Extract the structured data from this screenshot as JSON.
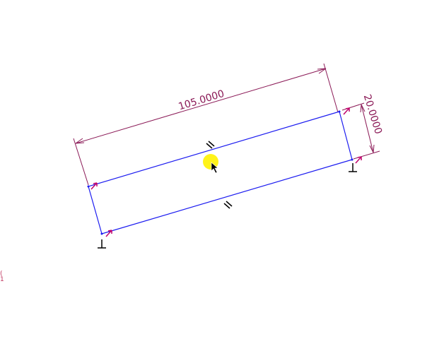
{
  "sketch": {
    "rectangle": {
      "length": 105.0,
      "width": 20.0
    },
    "dimensions": {
      "length_label": "105.0000",
      "width_label": "20.0000"
    },
    "colors": {
      "geometry": "#1c1cf0",
      "dimension": "#8b1a57",
      "constraint": "#000000",
      "endpoint_handle": "#c0006a",
      "cursor_highlight": "#fff200"
    },
    "constraint_symbols": {
      "parallel": "parallel-icon",
      "perpendicular": "perpendicular-icon"
    },
    "origin_glyph": {
      "top": "(",
      "bottom": "1"
    }
  }
}
